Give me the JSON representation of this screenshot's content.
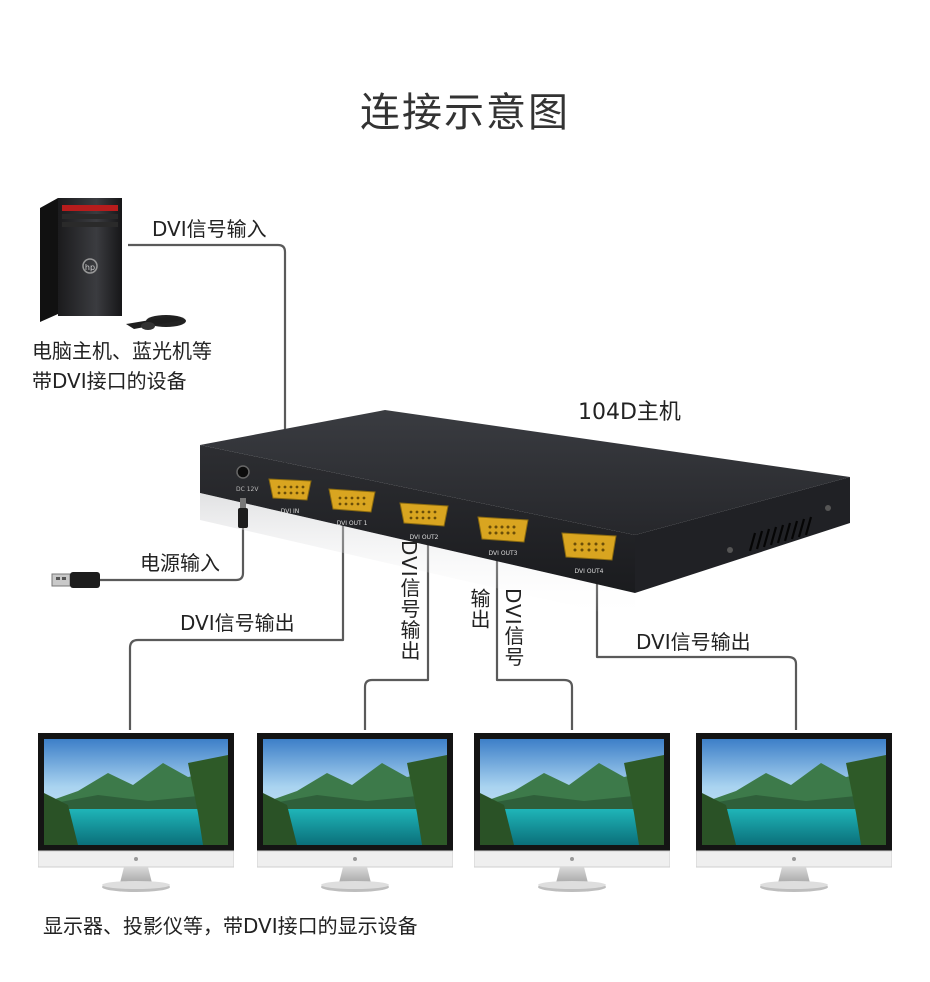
{
  "title": "连接示意图",
  "device": {
    "name": "104D主机",
    "ports": [
      "DC 12V",
      "DVI IN",
      "DVI OUT 1",
      "DVI OUT2",
      "DVI OUT3",
      "DVI OUT4"
    ]
  },
  "source": {
    "signal_label": "DVI信号输入",
    "desc_line1": "电脑主机、蓝光机等",
    "desc_line2": "带DVI接口的设备"
  },
  "power": {
    "label": "电源输入"
  },
  "outputs": {
    "out1": "DVI信号输出",
    "out2": "DVI信号输出",
    "out3a": "输出",
    "out3b": "DVI信号",
    "out4": "DVI信号输出"
  },
  "displays": {
    "desc": "显示器、投影仪等，带DVI接口的显示设备"
  },
  "colors": {
    "wire": "#555555",
    "chassis": "#2b2d31",
    "connector": "#d9a520"
  }
}
